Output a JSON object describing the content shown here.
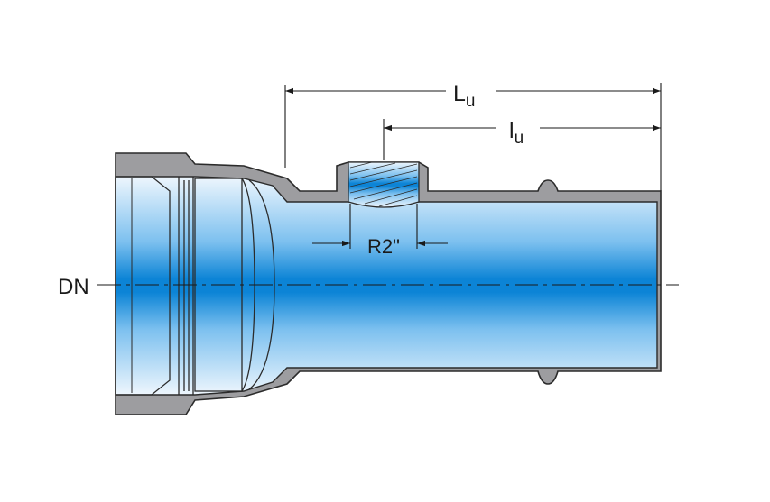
{
  "labels": {
    "overall_length": {
      "main": "L",
      "sub": "u"
    },
    "inner_length": {
      "main": "l",
      "sub": "u"
    },
    "thread": "R2\"",
    "nominal_diameter": "DN"
  },
  "colors": {
    "body_gray": "#9d9da0",
    "outline": "#2b2b2b",
    "bore_light": "#e6f1fb",
    "bore_mid": "#3aa3e6",
    "bore_dark": "#0a7fd0",
    "dimension_line": "#1a1a1a"
  }
}
